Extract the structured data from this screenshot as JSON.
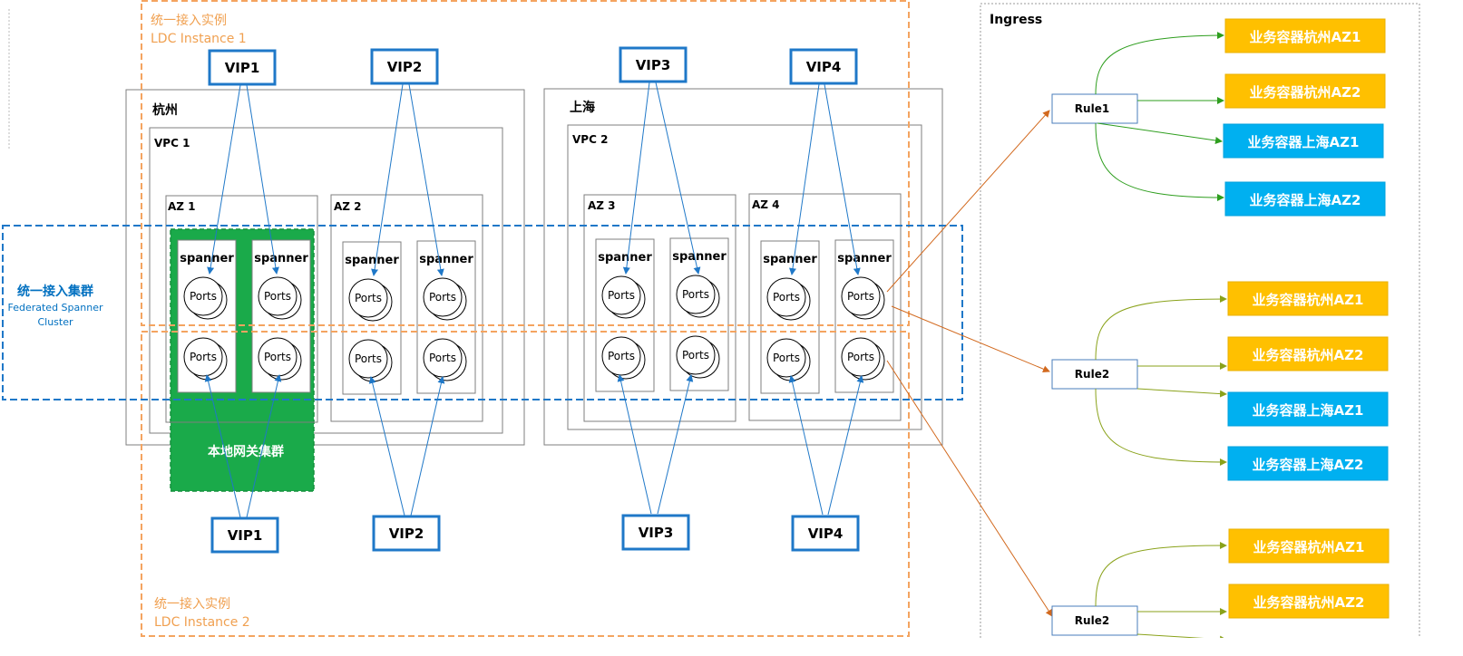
{
  "instances": {
    "top_cn": "统一接入实例",
    "top_en": "LDC Instance 1",
    "bottom_cn": "统一接入实例",
    "bottom_en": "LDC Instance 2"
  },
  "regions": {
    "hangzhou": "杭州",
    "shanghai": "上海"
  },
  "vpcs": [
    "VPC 1",
    "VPC 2"
  ],
  "azs": [
    "AZ 1",
    "AZ 2",
    "AZ 3",
    "AZ 4"
  ],
  "node": {
    "spanner": "spanner",
    "ports": "Ports"
  },
  "vips_top": [
    "VIP1",
    "VIP2",
    "VIP3",
    "VIP4"
  ],
  "vips_bottom": [
    "VIP1",
    "VIP2",
    "VIP3",
    "VIP4"
  ],
  "cluster": {
    "cn": "统一接入集群",
    "en1": "Federated Spanner",
    "en2": "Cluster"
  },
  "local_gateway": "本地网关集群",
  "ingress": {
    "title": "Ingress",
    "rules": [
      "Rule1",
      "Rule2",
      "Rule2"
    ]
  },
  "containers": [
    [
      "业务容器杭州AZ1",
      "业务容器杭州AZ2",
      "业务容器上海AZ1",
      "业务容器上海AZ2"
    ],
    [
      "业务容器杭州AZ1",
      "业务容器杭州AZ2",
      "业务容器上海AZ1",
      "业务容器上海AZ2"
    ],
    [
      "业务容器杭州AZ1",
      "业务容器杭州AZ2"
    ]
  ],
  "colors": {
    "vip_blue": "#0070c0",
    "orange": "#f4a460",
    "green": "#1aaa4a",
    "yellow": "#ffc000",
    "cyan": "#00b0f0",
    "arrow_orange": "#d2691e",
    "arrow_green": "#2e9e1e",
    "arrow_olive": "#8aa21a"
  }
}
